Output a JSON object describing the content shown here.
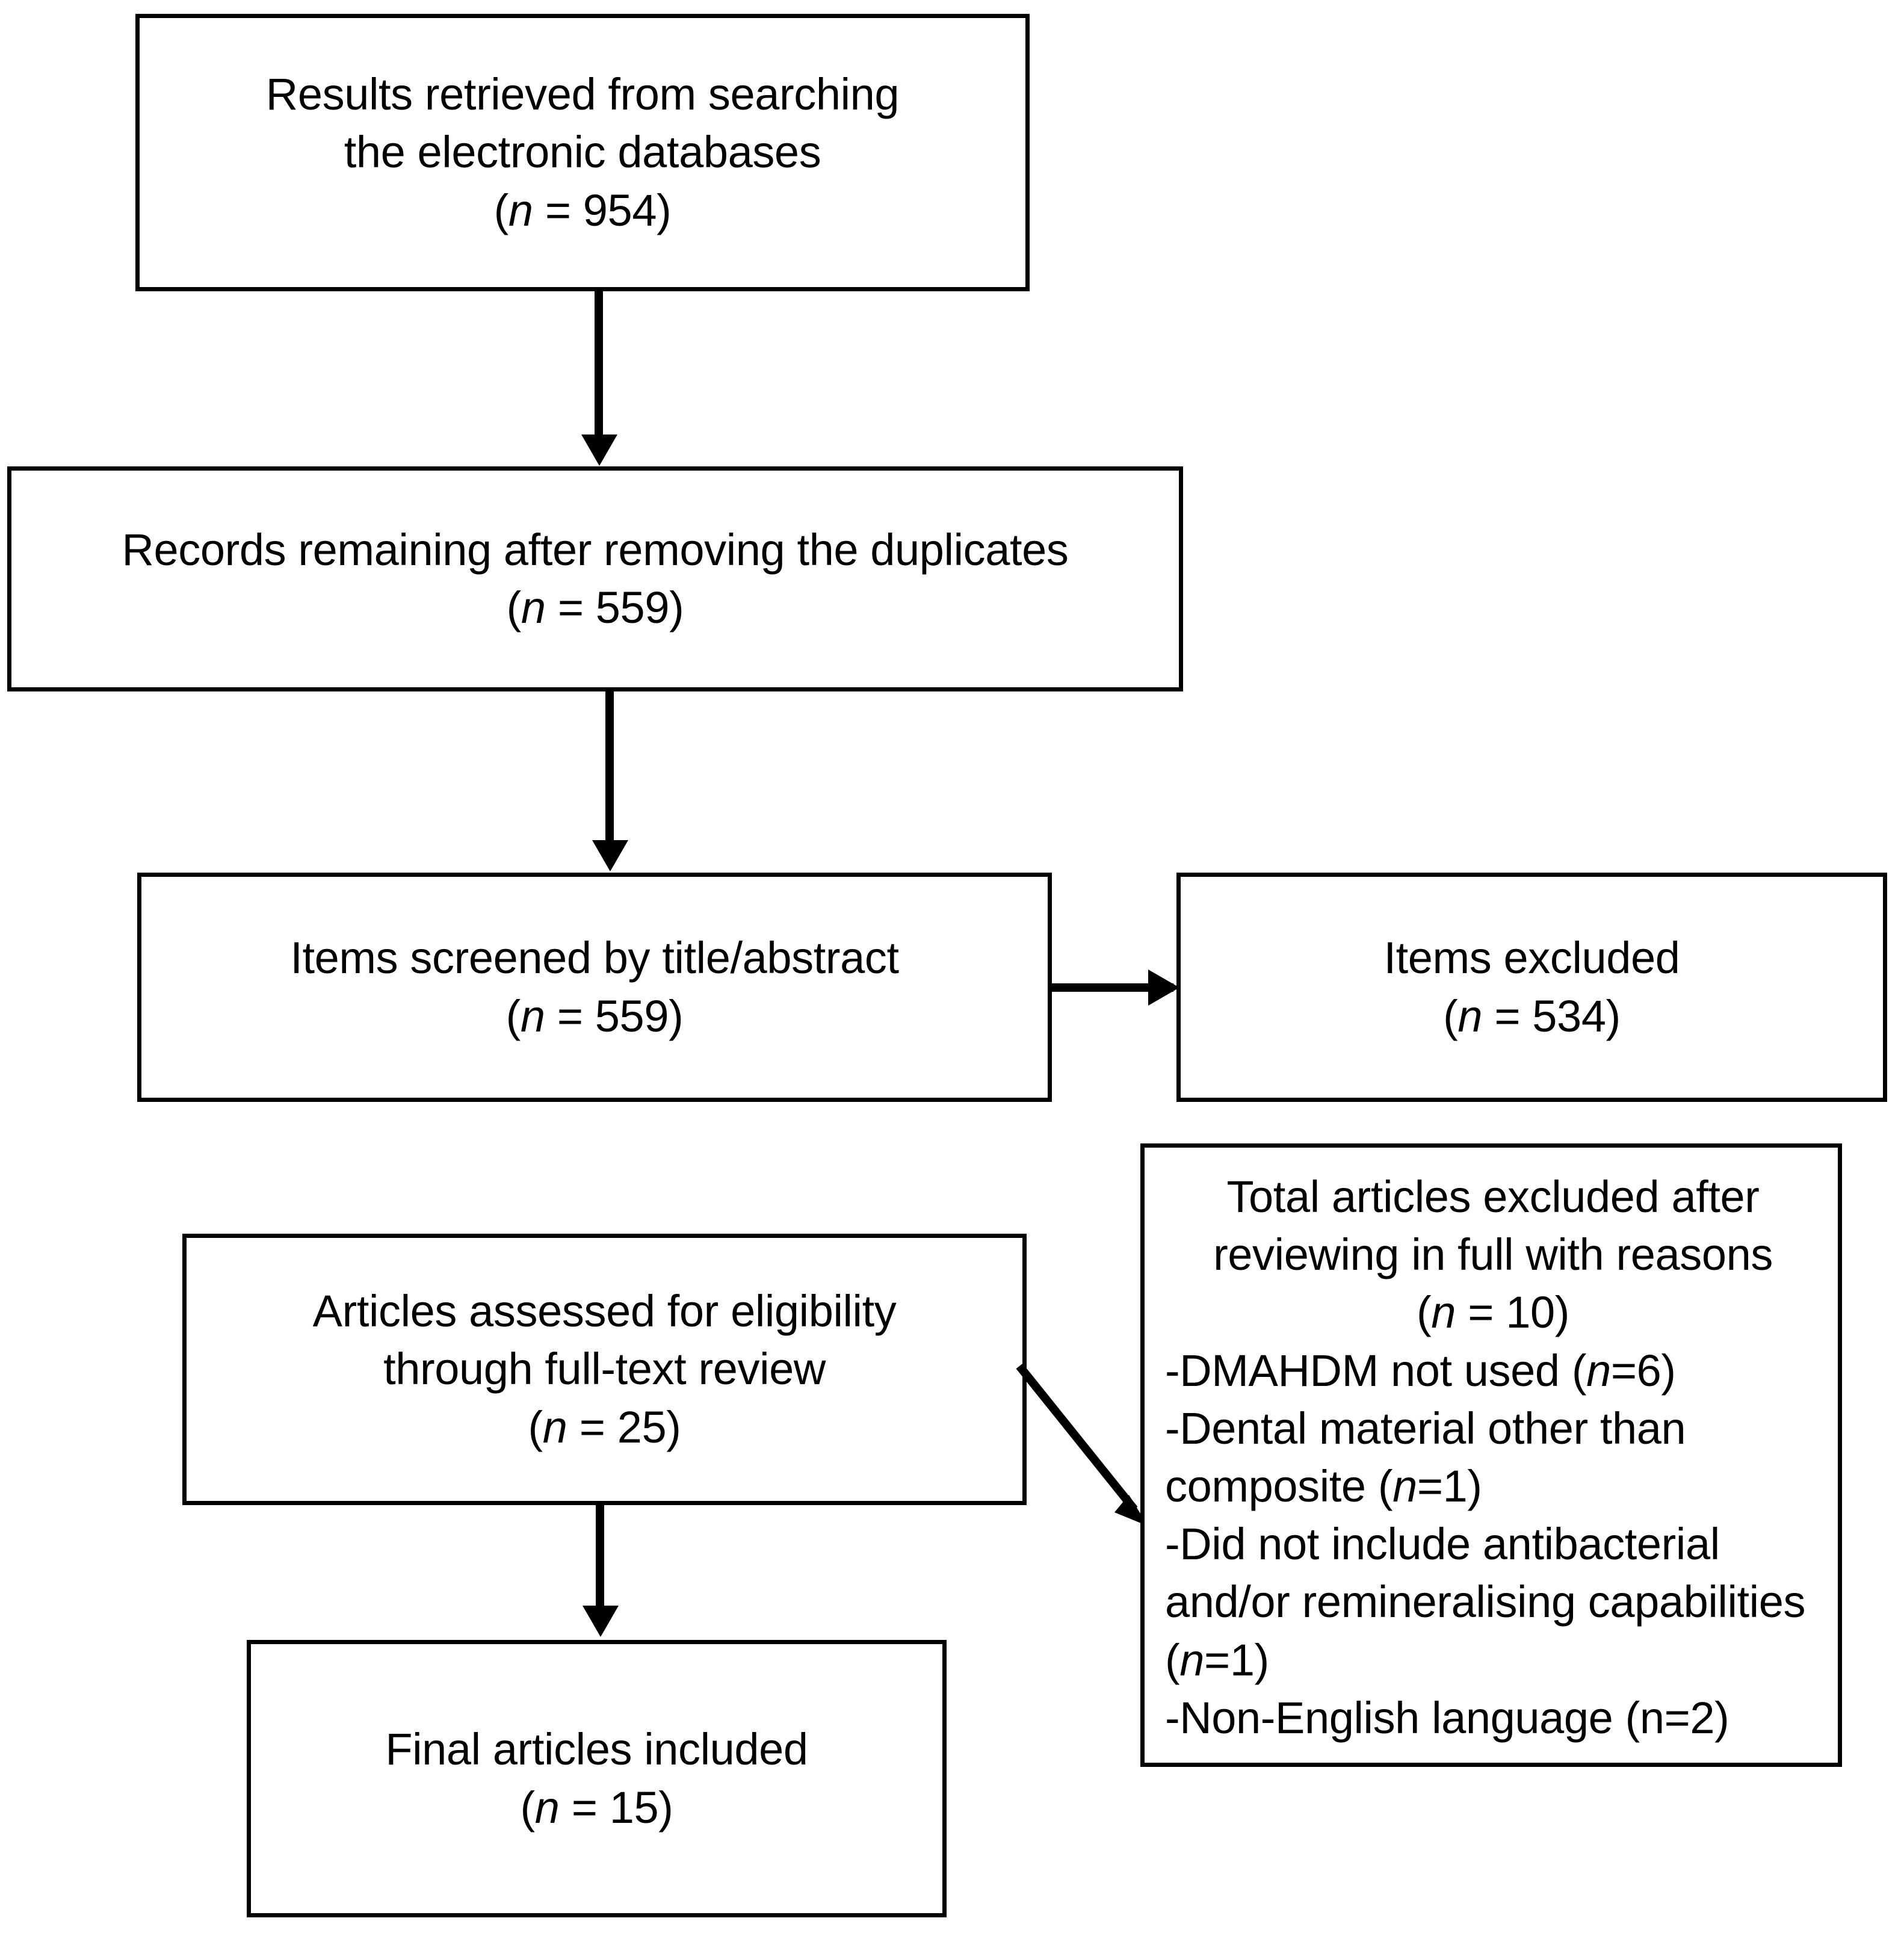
{
  "diagram": {
    "type": "prisma-flow-diagram",
    "nodes": {
      "search": {
        "line1": "Results retrieved from searching",
        "line2": "the electronic databases",
        "count_open": "(",
        "count_n": "n",
        "count_eq": " = 954)"
      },
      "dedup": {
        "line1": "Records remaining after removing the duplicates",
        "count_open": "(",
        "count_n": "n",
        "count_eq": " = 559)"
      },
      "screened": {
        "line1": "Items screened by title/abstract",
        "count_open": "(",
        "count_n": "n",
        "count_eq": " = 559)"
      },
      "excluded": {
        "line1": "Items excluded",
        "count_open": "(",
        "count_n": "n",
        "count_eq": " = 534)"
      },
      "eligibility": {
        "line1": "Articles assessed for eligibility",
        "line2": "through full-text review",
        "count_open": "(",
        "count_n": "n",
        "count_eq": " = 25)"
      },
      "reasons": {
        "heading_line1": "Total articles excluded after",
        "heading_line2": "reviewing in full with reasons",
        "count_open": "(",
        "count_n": "n",
        "count_eq": " = 10)",
        "items": [
          {
            "text_before": "-DMAHDM not used (",
            "n": "n",
            "text_after": "=6)",
            "italic_n": true
          },
          {
            "text_before": "-Dental material other than composite (",
            "n": "n",
            "text_after": "=1)",
            "italic_n": true
          },
          {
            "text_before": "-Did not include antibacterial and/or remineralising capabilities (",
            "n": "n",
            "text_after": "=1)",
            "italic_n": true
          },
          {
            "text_before": "-Non-English language (n=2)",
            "n": "",
            "text_after": "",
            "italic_n": false
          }
        ]
      },
      "final": {
        "line1": "Final articles included",
        "count_open": "(",
        "count_n": "n",
        "count_eq": " = 15)"
      }
    },
    "colors": {
      "stroke": "#000000",
      "fill": "#ffffff",
      "text": "#000000"
    }
  }
}
